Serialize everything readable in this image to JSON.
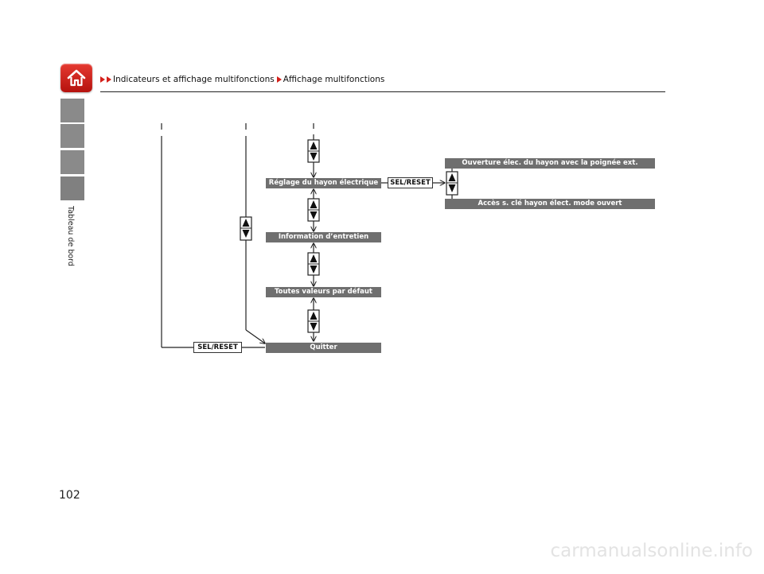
{
  "header": {
    "breadcrumb": [
      "Indicateurs et affichage multifonctions",
      "Affichage multifonctions"
    ]
  },
  "sidebar": {
    "section_label": "Tableau de bord"
  },
  "page": {
    "number": "102"
  },
  "diagram": {
    "menu_items": {
      "power_tailgate": "Réglage du hayon électrique",
      "maintenance": "Information d’entretien",
      "defaults": "Toutes valeurs par défaut",
      "quit": "Quitter"
    },
    "submenu_items": {
      "open_handle": "Ouverture élec. du hayon avec la poignée ext.",
      "keyless_open": "Accès s. clé hayon élect. mode ouvert"
    },
    "buttons": {
      "sel_reset_submenu": "SEL/RESET",
      "sel_reset_quit": "SEL/RESET"
    }
  },
  "footer": {
    "watermark": "carmanualsonline.info"
  },
  "colors": {
    "accent_red": "#d4201a",
    "menu_bar_gray": "#6f6f6f",
    "tab_gray": "#808080"
  }
}
